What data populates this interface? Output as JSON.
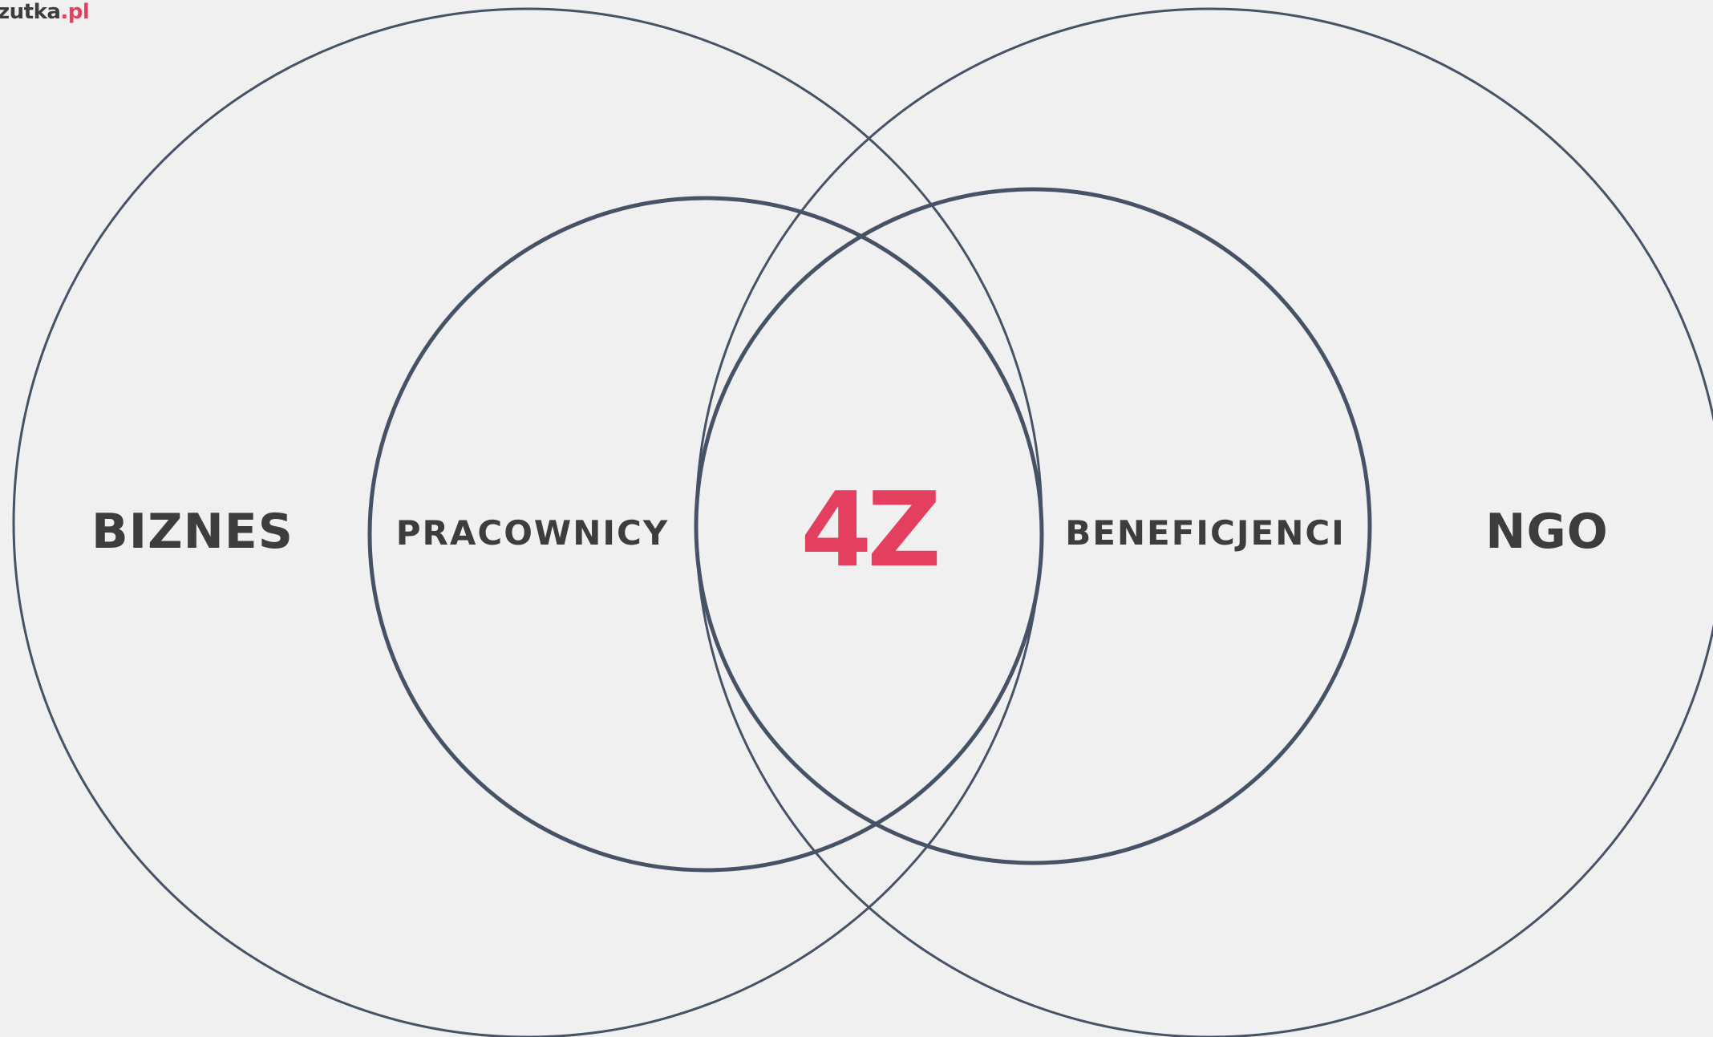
{
  "logo": {
    "main": "zutka",
    "domain": ".pl"
  },
  "labels": {
    "outer_left": "BIZNES",
    "inner_left": "PRACOWNICY",
    "center": "4Z",
    "inner_right": "BENEFICJENCI",
    "outer_right": "NGO"
  },
  "colors": {
    "background": "#f0f0f0",
    "stroke": "#465366",
    "text": "#3d3d3d",
    "accent": "#e43f5f"
  }
}
